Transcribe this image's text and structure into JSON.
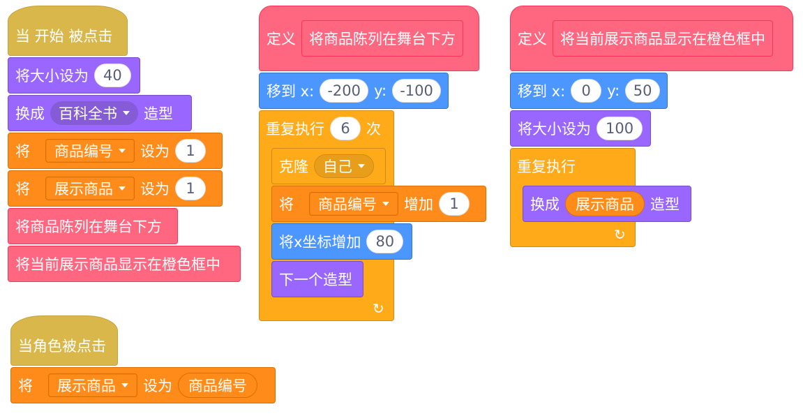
{
  "script1": {
    "hat": "当 开始 被点击",
    "set_size_label": "将大小设为",
    "set_size_value": "40",
    "switch_label": "换成",
    "switch_costume": "百科全书",
    "switch_suffix": "造型",
    "set1_label": "将",
    "set1_var": "商品编号",
    "set1_mid": "设为",
    "set1_value": "1",
    "set2_label": "将",
    "set2_var": "展示商品",
    "set2_mid": "设为",
    "set2_value": "1",
    "call1": "将商品陈列在舞台下方",
    "call2": "将当前展示商品显示在橙色框中"
  },
  "script2": {
    "define": "定义",
    "define_name": "将商品陈列在舞台下方",
    "goto_label": "移到 x:",
    "goto_x": "-200",
    "goto_y_label": "y:",
    "goto_y": "-100",
    "repeat_label": "重复执行",
    "repeat_count": "6",
    "repeat_suffix": "次",
    "clone_label": "克隆",
    "clone_target": "自己",
    "change_label": "将",
    "change_var": "商品编号",
    "change_mid": "增加",
    "change_value": "1",
    "changex_label": "将x坐标增加",
    "changex_value": "80",
    "next_costume": "下一个造型"
  },
  "script3": {
    "define": "定义",
    "define_name": "将当前展示商品显示在橙色框中",
    "goto_label": "移到 x:",
    "goto_x": "0",
    "goto_y_label": "y:",
    "goto_y": "50",
    "set_size_label": "将大小设为",
    "set_size_value": "100",
    "forever_label": "重复执行",
    "switch_label": "换成",
    "switch_reporter": "展示商品",
    "switch_suffix": "造型"
  },
  "script4": {
    "hat": "当角色被点击",
    "set_label": "将",
    "set_var": "展示商品",
    "set_mid": "设为",
    "set_reporter": "商品编号"
  }
}
